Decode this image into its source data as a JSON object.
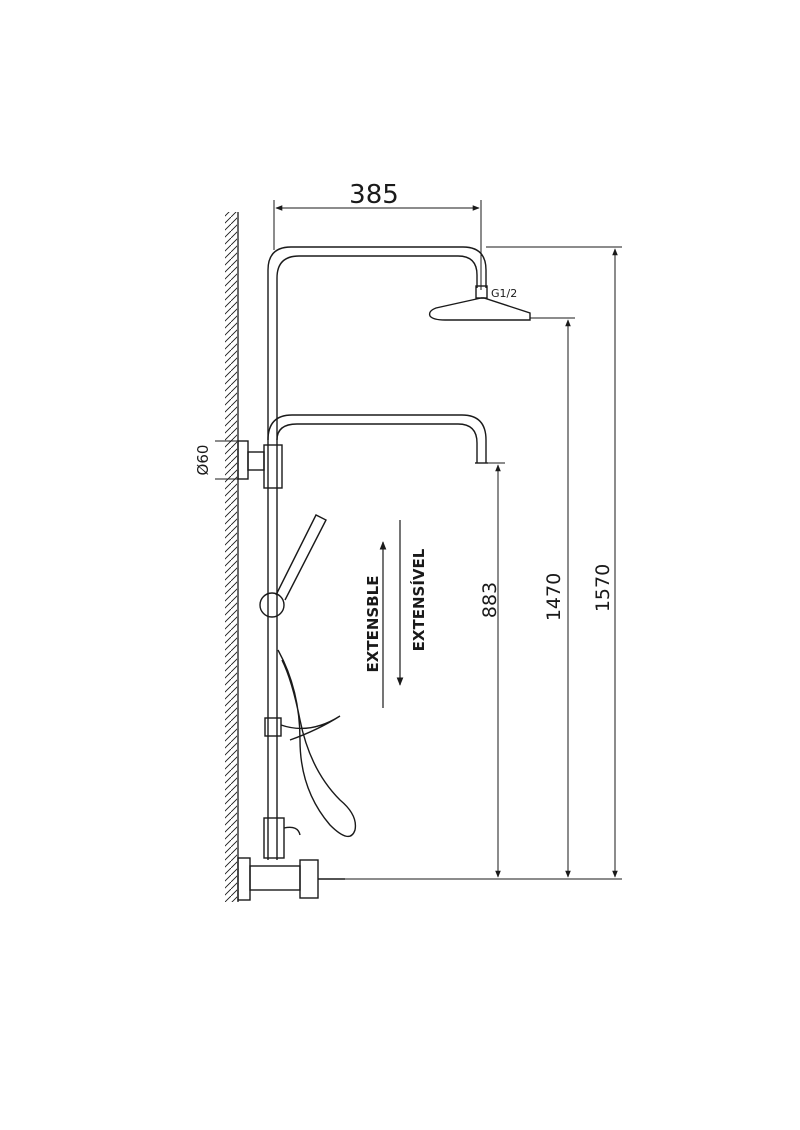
{
  "diagram": {
    "width_label": "385",
    "thread_label": "G1/2",
    "diameter_label": "Ø60",
    "label_extensible_es": "EXTENSBLE",
    "label_extensible_pt": "EXTENSÍVEL",
    "height_883": "883",
    "height_1470": "1470",
    "height_1570": "1570",
    "line_color": "#1a1a1a"
  }
}
